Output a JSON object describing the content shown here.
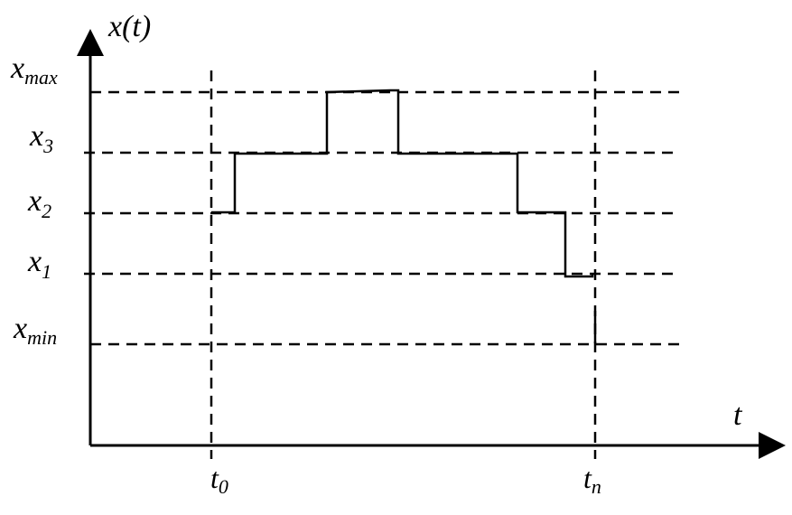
{
  "axes": {
    "y_name": "x",
    "y_arg": "(t)",
    "x_name": "t"
  },
  "levels": [
    {
      "base": "x",
      "sub": "max"
    },
    {
      "base": "x",
      "sub": "3"
    },
    {
      "base": "x",
      "sub": "2"
    },
    {
      "base": "x",
      "sub": "1"
    },
    {
      "base": "x",
      "sub": "min"
    }
  ],
  "times": [
    {
      "base": "t",
      "sub": "0"
    },
    {
      "base": "t",
      "sub": "n"
    }
  ],
  "signal": {
    "description_levels_sequence": [
      "x2",
      "x3",
      "xmax",
      "x3",
      "x2",
      "x1",
      "xmin"
    ]
  },
  "colors": {
    "line": "#000000",
    "background": "#ffffff"
  }
}
